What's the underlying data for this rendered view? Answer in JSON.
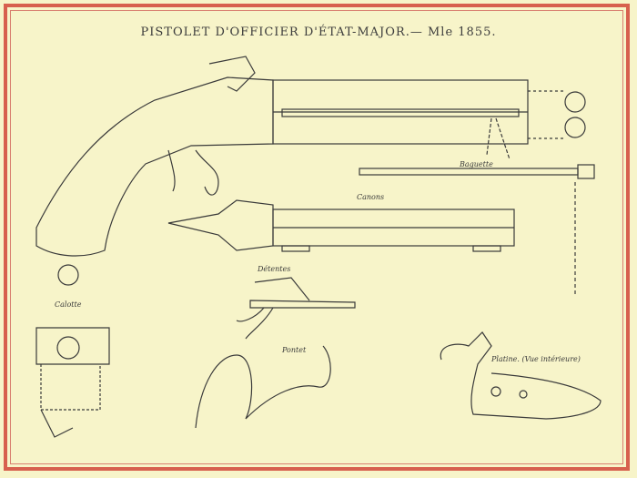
{
  "title": "PISTOLET D'OFFICIER D'ÉTAT-MAJOR.— Mle 1855.",
  "labels": {
    "baguette": "Baguette",
    "canons": "Canons",
    "detentes": "Détentes",
    "calotte": "Calotte",
    "pontet": "Pontet",
    "platine": "Platine. (Vue intérieure)"
  },
  "colors": {
    "background": "#f7f4c9",
    "border": "#d7604e",
    "ink": "#3a3a3a"
  }
}
